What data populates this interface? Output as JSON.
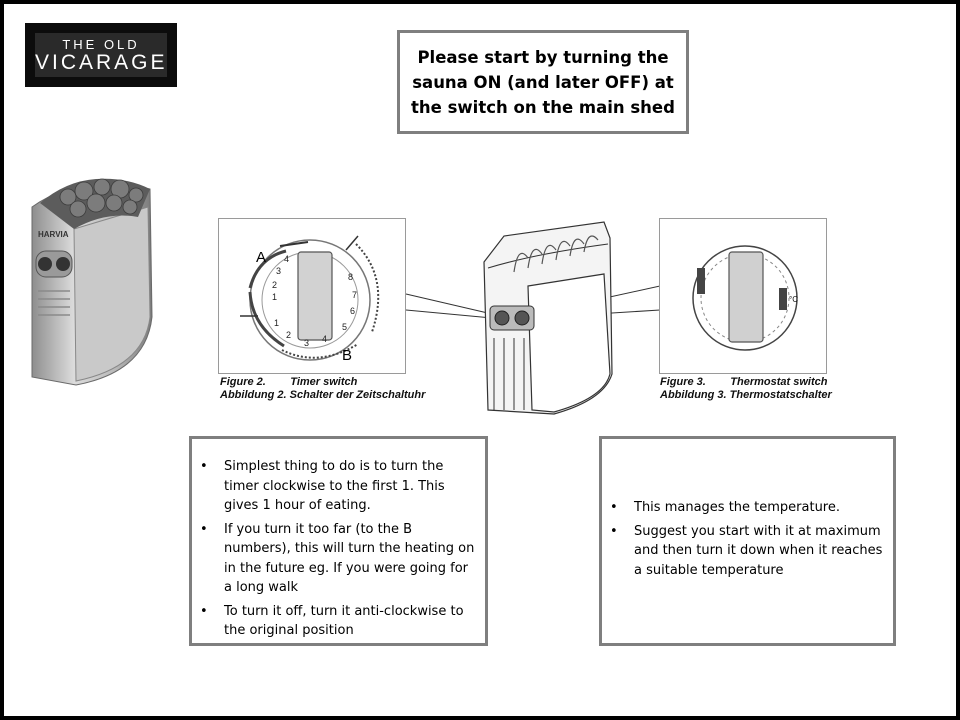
{
  "logo": {
    "line1": "THE OLD",
    "line2": "VICARAGE"
  },
  "callout": {
    "text": "Please start by turning the sauna ON (and later OFF) at the switch on the main shed"
  },
  "heater_photo": {
    "brand": "HARVIA"
  },
  "timer_figure": {
    "caption_num_en": "Figure 2.",
    "caption_en": "Timer switch",
    "caption_num_de": "Abbildung 2.",
    "caption_de": "Schalter der Zeitschaltuhr",
    "label_a": "A",
    "label_b": "B",
    "dial_a_numbers": [
      "1",
      "2",
      "3",
      "4"
    ],
    "dial_b_numbers": [
      "1",
      "2",
      "3",
      "4",
      "5",
      "6",
      "7",
      "8"
    ]
  },
  "thermostat_figure": {
    "caption_num_en": "Figure 3.",
    "caption_en": "Thermostat switch",
    "caption_num_de": "Abbildung 3.",
    "caption_de": "Thermostatschalter",
    "unit_label": "°C"
  },
  "timer_notes": [
    "Simplest thing to do is to turn the timer clockwise to the first 1. This gives 1 hour of eating.",
    "If you turn it too far (to the B numbers), this will turn the heating on in the future eg. If you were going for a long walk",
    "To turn it off, turn it anti-clockwise to the original position"
  ],
  "thermostat_notes": [
    "This manages the temperature.",
    "Suggest you start with it at maximum and then turn it down when it reaches a suitable temperature"
  ]
}
